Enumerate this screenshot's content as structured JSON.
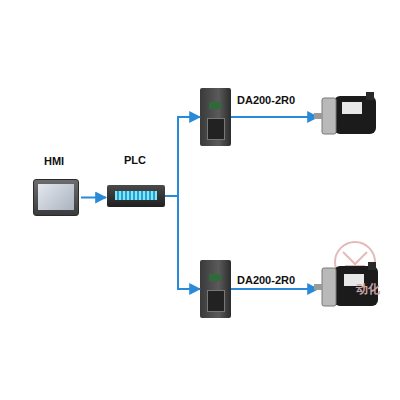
{
  "diagram": {
    "nodes": [
      {
        "text": [
          "HMI"
        ]
      },
      {
        "text": [
          "PLC"
        ]
      },
      {
        "text": [
          "DA200-2R0"
        ]
      },
      {
        "text": [
          "DA200-2R0"
        ]
      }
    ],
    "edges": [
      {
        "from": 0,
        "to": 1,
        "arrow": "to"
      },
      {
        "from": 1,
        "to": 2,
        "arrow": "to"
      },
      {
        "from": 1,
        "to": 3,
        "arrow": "to"
      }
    ],
    "labels": [
      "动化"
    ]
  }
}
